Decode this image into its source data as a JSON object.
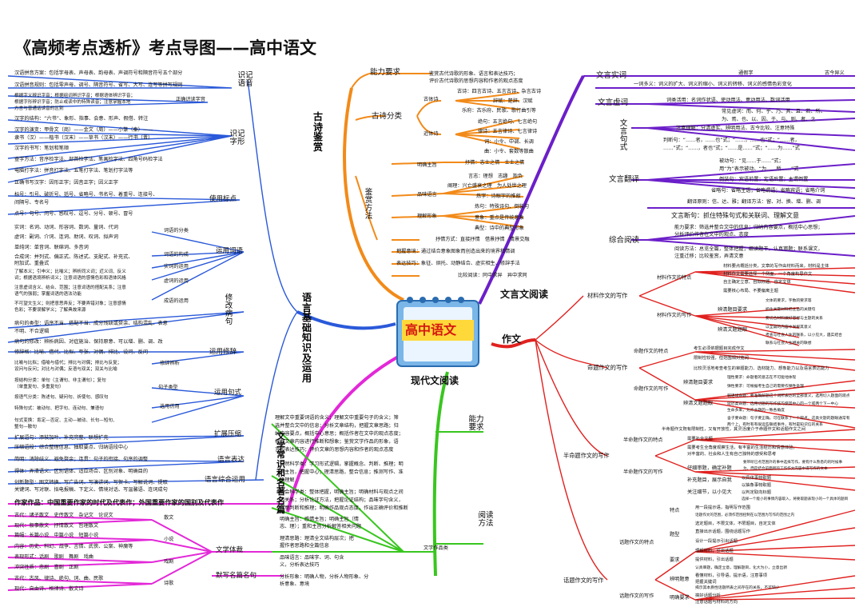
{
  "title": "《高频考点透析》考点导图——高中语文",
  "center": {
    "label": "高中语文"
  },
  "colors": {
    "orange": "#f28a19",
    "purple": "#6b1fc9",
    "red": "#e0211f",
    "green": "#39c61f",
    "blue": "#2a59d9",
    "magenta": "#e328d8"
  },
  "gushi": {
    "label": "古诗鉴赏",
    "nengli": {
      "label": "能力要求",
      "l1": "鉴赏古代诗歌的形象、语言和表达技巧；",
      "l2": "评价古代诗歌的思想内容和作者的观点态度"
    },
    "fenlei": {
      "label": "古诗分类",
      "guti": {
        "label": "古体诗",
        "leaves": [
          "古诗：四言古诗、五言古诗、杂言古诗",
          "辞赋：楚辞、汉赋",
          "乐府：古乐府、民歌、歌行曲引等"
        ]
      },
      "jinti": {
        "label": "近体诗",
        "leaves": [
          "绝句：五言绝句、七言绝句",
          "律诗：五言律诗、七言律诗",
          "词：小令、中调、长调",
          "曲：小令、套数等散曲"
        ]
      }
    },
    "jianshang": {
      "label": "鉴赏方法",
      "mingque": {
        "label": "明确主旨",
        "leaves": [
          "抒情：志士之情　士士之情"
        ]
      },
      "pinwei": {
        "label": "品味语言",
        "leaves": [
          "言志：理想　志趣　抱负",
          "阐理：兴亡盛衰之理　为人处世之理",
          "炼字：诗眼字的推敲"
        ]
      },
      "lijie": {
        "label": "理解形象",
        "leaves": [
          "炼句：特殊诗句、倒装句",
          "意象：重点是传统意象",
          "典型：诗中的典型形象"
        ]
      },
      "shuqing": "抒情方式：直接抒情　借景抒情　情景交融",
      "bawo": "把握意境：通过结合意象图象而创造出来的境界和情调",
      "biaoda": "表达技巧：象征、烘托、动静结合、虚实相生、修辞手法",
      "bijiao": "比较阅读：同中求异　异中求同"
    }
  },
  "yuyan": {
    "label": "语言基础知识及运用",
    "shiji": {
      "label": "识记语音",
      "leaves": [
        "汉语拼音方案：包括字母表、声母表、韵母表、声调符号和隔音符号五个部分",
        "汉语拼音规则：包括零声母、调号、隔音符号、省写、大写、连写等拼写规则"
      ]
    },
    "zhengque": {
      "label": "正确识读字音",
      "leaves": [
        "根据字义辨识字音；根据组词辨识字音；根据语体辨识字音；",
        "根据字形辨识字音；防止或读中的特殊读音；注意掌握本地",
        "方言与普通话读音的区别"
      ]
    },
    "zixing": {
      "label": "识记字形",
      "leaves": [
        "汉字的结构：“六书”、象形、指事、会意、形声、假借、转注",
        "汉字的演变：甲骨文（商）——金文（周）——小篆（秦）——",
        "隶书（汉）——楷书（汉末）——草书（汉末）——行书（晋）",
        "汉字的书写：笔划和笔顺",
        "查字方法：音序检字法、部首检字法、笔画检字法、四角号码检字法",
        "电脑打字法：拼音打字法、五笔打字法、笔划打字法等",
        "正确书写汉字：因形正字；因音正字；因义正字"
      ]
    },
    "biaodian": {
      "label": "使用标点",
      "leaves": [
        "标号：引号、破折号、括号、省略号、书名号、着重号、连接号、",
        "间隔号、专名号",
        "点号：句号、问号、感叹号、逗号、分号、顿号、冒号"
      ]
    },
    "ciyu": {
      "label": "运用词语",
      "fenlei": "词语的分类",
      "goucheng": "词语的构成",
      "shici": "实词的运用",
      "xuci": "虚词的运用",
      "chengyu": "成语的运用",
      "leaves": [
        "实词：名词、动词、形容词、数词、量词、代词",
        "虚词：副词、介词、连词、助词、叹词、拟声词",
        "单纯词：单音词、联绵词、多音词",
        "合成词：并列式、偏正式、陈述式、支配式、补充式、",
        "附加式、重叠式",
        "了解本义；引申义；比喻义；辨析同义词；近义词、反义",
        "词；根据语境辨析词义；注意词语的感情色彩和语体风格",
        "注意虚词含义、结合、范围；注意词语的搭配关系；注意",
        "语气的强弱；掌握词语的语法功能",
        "不可望文生义；则把意思弄反；不要弄错对象；注意感情",
        "色彩；不要误解学义；了解典故来源"
      ]
    },
    "bingju": {
      "label": "修改病句",
      "leaves": [
        "病句的类型：语序不当、搭配不当、成分残缺或赘余、结构混乱、表意",
        "不明、不合逻辑",
        "病句的修改：辨析病因、对症施治、保持原意、可以增、删、调、改"
      ]
    },
    "xiuci": {
      "label": "运用修辞",
      "bianxi": "修辞辨析",
      "leaves": [
        "修辞格：比喻、借代、比拟、夸张、对偶、排比、设问、反问",
        "比喻与比拟；借喻与借代；排比与对偶；排比与反复；",
        "设问与反问；对比与对偶；反语与双关；双关与比喻"
      ]
    },
    "jushi": {
      "label": "运用句式",
      "leixing": "句子类型",
      "xuanyong": "选用仿用",
      "leaves": [
        "按结构分类：单句（主谓句、非主谓句）；复句",
        "（单重复句、多重复句）",
        "按语气分类：陈述句、疑问句、祈使句、感叹句",
        "特殊句式：被动句、把字句、连动句、兼语句",
        "句式变换：肯定—否定、主动—被动、长句—短句、",
        "整句—散句"
      ]
    },
    "kuozhan": {
      "label": "扩展压缩",
      "leaves": [
        "扩展语句：添枝加叶、补充完整、联想扩充",
        "压缩语段：综合整理信息、抽取要点、归纳语段中心"
      ]
    },
    "biaoda": {
      "label": "语言表达",
      "leaves": [
        "简明：消除歧义、避免赘余；连贯：句子的衔接、句序的调整",
        "得体：弄清语义、区别语体、适应场合、区别对象、明确目的"
      ]
    },
    "zonghe": {
      "label": "语言综合运用",
      "leaves": [
        "创新题型：图文转换、写广告词、写演讲词、写贺卡、写解说词、提取",
        "关键词、写对联、拟电报稿、下定义、情境对话、写温馨语、连词成句"
      ]
    }
  },
  "wenxue": {
    "label": "文学常识和名著名篇",
    "zuojia": "作家作品：中国重要作家的时代及代表作；外国重要作家的国别及代表作",
    "ticai": {
      "label": "文学体裁",
      "sanwen": "散文",
      "xiaoshuo": "小说",
      "xiju": "戏剧",
      "shige": "诗歌",
      "leaves": [
        "古代：诸子散文　史传散文　杂记文　论说文",
        "现代：叙事散文　抒情散文　哲理散文",
        "篇幅：长篇小说　中篇小说　短篇小说",
        "内容：历史、科幻、战争、言情、武侠、公案、神魔等",
        "表现形式：话剧　歌剧　舞剧　戏曲",
        "冲突性质：悲剧　喜剧　正剧",
        "古代：古风、律诗、绝句、词、曲、民歌",
        "现代：自由诗、格律诗、散文诗"
      ]
    },
    "moxie": "默写名篇名句"
  },
  "xiandai": {
    "label": "现代文阅读",
    "nengli": {
      "label": "能力要求",
      "leaves": [
        "理解文中重要词语的含义；理解文中重要句子的含义；筛",
        "选并整合文中的信息；分析文章结构，把握文章思路；归",
        "纳内容要点，概括中心意思；概括作者在文中的观点态度；",
        "根据文章内容进行推断和想象；鉴赏文学作品的形象，语",
        "言和表达技巧；评价文章的思想内容和作者的观点态度"
      ]
    },
    "fangfa": {
      "label": "阅读方法",
      "ziran": [
        "自然科学类：学习形式逻辑，掌握概念、判断、推理；明",
        "确主旨，把握中心；理清思路，整合信息；推测写作、准",
        "确理解"
      ],
      "shehui": [
        "社会科学类：整体把握，明确主旨；明确材料与观点之间",
        "的关系；分析论证方法，把握论证结构；品味字句含义，",
        "注意判断和推理；明确作品观点态度，作出正确评价和推断"
      ],
      "zuopin": {
        "label": "文学作品类",
        "leaves": [
          "明确主旨：感情主旨；明确主旨（情",
          "志、理）；重和主旨分析解答相关问题",
          "理清思路：理清全文结构层次；把",
          "握作者思路和全篇信息",
          "品味语言：品味字、词、句含",
          "义，分析表达技巧",
          "分析形象：明确人物，分析人物形象、分",
          "析意象、意境"
        ]
      }
    }
  },
  "wenyan": {
    "label": "文言文阅读",
    "shici": {
      "label": "文言实词",
      "leaves": [
        "通假字",
        "古今异义",
        "一词多义：词义的扩大、词义的缩小、词义的转移、词义的感情色彩变化",
        "词类活用：名词作状语、使动用法、意动用法、数词活用"
      ]
    },
    "xuci": {
      "label": "文言虚词",
      "leaves": [
        "常见虚词：而、何、乎、乃、其、且、若、所、",
        "为、焉、也、以、因、于、与、则、者、之",
        "注意理解：分清虚实、辨明用法、古今比较、注意特殊"
      ]
    },
    "jushi": {
      "label": "文言句式",
      "leaves": [
        "判断句：“……者，……也”式；“……，……也”式；“……者，",
        "……”式；“……，者也”式；“……是……”式；“……为……”式",
        "被动句：“见……于……”式；",
        "用“为”表示被动、“为……所……”式",
        "倒装句：宾语前置；定语后置；主谓倒置",
        "省略句：省略主语；省略谓语；省略宾语；省略介词"
      ]
    },
    "fanyi": {
      "label": "文言翻译",
      "leaves": [
        "翻译原则：信、达、雅；翻译方法：留、对、换、增、删、调"
      ]
    },
    "zonghe": {
      "label": "综合阅读",
      "leaves": [
        "文言断句：抓住特殊句式和关联词、理解文意",
        "能力要求：筛选并整合文中的信息；归纳内容要点，概括中心思想；",
        "分析评价作者在文中的观点、态度",
        "阅读方法：总览全篇，整体把握；细读题干，认真审题；联系课文，",
        "注重迁移；比较鉴赏，弄清文意"
      ]
    }
  },
  "zuowen": {
    "label": "作文",
    "cailiao": {
      "label": "材料作文的写作",
      "tedian": "材料作文的特点",
      "xiezuo": "材料作文的写作",
      "bianqing": "辨清题目要求",
      "bianxi": "辨清文题题眼",
      "leaves": [
        "材料要点概括分类，文章的写作由材料而来，材料是主体",
        "材料作文需要选择一个侧面，一个角度构思作文",
        "自主确定立意、自拟标题、自定文体",
        "需要核心布局、不要偏离主题",
        "文体的要求，字数的要求等",
        "抓住关键材料把主旨的关键句",
        "要切合材料做好思想与主题的关系",
        "以全篇的内容中发掘其意义",
        "考查与社会人生的联系，以小见大，遇实结合",
        "联系与社会人生相关的联想"
      ]
    },
    "mingti": {
      "label": "命题作文的写作",
      "tedian": "命题作文的特点",
      "xiezuo": "命题作文的写作",
      "bianqing": "辨清题目要求",
      "bianxi": "辨清文题题眼",
      "leaves": [
        "考生必须依据题目完成作文",
        "限制性较强，但范围相对宽阔",
        "比较灵活地考查考生的审题能力、选材能力、想象能力以及语言表达能力",
        "理性要求：命题者的意志在不可能地体现",
        "弹性要求：可根据考生自己的需要作弹性处理",
        "弱语境命题：要准确解题这个词所表达的全部意义，选用切入题面的观点",
        "延迟类命题：选用切题的写作技巧使其中心的一个或两个下一中心",
        "生命多来，允许主题的一致各角度",
        "含子要命题：句子要正确，可在联系了一个观点，这类文题的题眼通常有",
        "两个上，有时有有很远些联结事件，有时是知识信的关系"
      ]
    },
    "banmingti": {
      "label": "半命题作文的写作",
      "tedian": "半命题作文的特点",
      "xiezuo": "半命题作文的写作",
      "tianbu": "仔细审题，确定补题",
      "leaves": [
        "半命题作文既有限制性，又有开放性，其灵活度介于命题作文和话题作文之间",
        "需要补全文题",
        "需要考生全角度观察生活，有丰富的生活经历和情感体验，",
        "对丰富的、社会和人生有自己独特的感受和思考",
        "要带听已点范围外的事中选择写作，要有什么熟悉的的时候事",
        "为，而是结合前面所的工作作文内容中得写作的文本",
        "补充题目，展示自我",
        "关注细节，以小见大",
        "以具体事物取题",
        "以抽象事物取题",
        "以判定取向标题",
        "选择一个能小的事情内容取入，将要取题表现小的一个具体的题目"
      ]
    },
    "huati": {
      "label": "话题作文的写作",
      "tedian": "话题作文的特点",
      "xiezuo": "话题作文的写作",
      "tedianLabel": "特点",
      "timu": "题型",
      "yaoqiu": "要求",
      "bianming": "辨明题意",
      "qingkuang": "明确要求",
      "leaves": [
        "用一段提示语，指明写作范围",
        "话题作文的范围，必须作范围控制在以范围为写作的范围之内",
        "选定题目，不限文体，不限题目，自定文体",
        "直接出示话题，围绕话题写作",
        "设计一段提示引出话题",
        "理解材料，引出话题",
        "提供材料，引出话题",
        "认真审题，确定立意，理解题目，化大为小，立意出新",
        "看懂材料，引导语，提示语，注意事项",
        "把握关键词",
        "揭示其本质性话题所表之间存在的关系，不可缺少",
        "搞好话题分析",
        "注意话题与材料的方向"
      ]
    }
  }
}
